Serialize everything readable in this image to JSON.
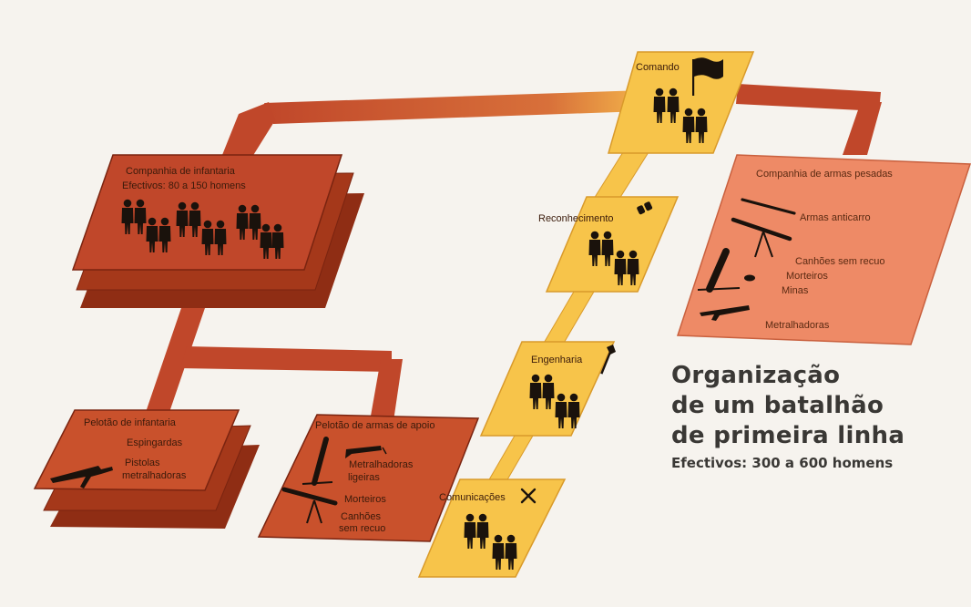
{
  "command": {
    "label": "Comando"
  },
  "recon": {
    "label": "Reconhecimento"
  },
  "engineering": {
    "label": "Engenharia"
  },
  "communications": {
    "label": "Comunicações"
  },
  "infantry_company": {
    "title": "Companhia de infantaria",
    "strength": "Efectivos: 80 a 150 homens"
  },
  "heavy_weapons_company": {
    "title": "Companhia de armas pesadas",
    "items": [
      "Armas anticarro",
      "Canhões sem recuo",
      "Morteiros",
      "Minas",
      "Metralhadoras"
    ]
  },
  "infantry_platoon": {
    "title": "Pelotão de infantaria",
    "items": [
      "Espingardas",
      "Pistolas",
      "metralhadoras"
    ]
  },
  "support_platoon": {
    "title": "Pelotão de armas de apoio",
    "items": [
      "Metralhadoras",
      "ligeiras",
      "Morteiros",
      "Canhões",
      "sem recuo"
    ]
  },
  "caption": {
    "line1": "Organização",
    "line2": "de um batalhão",
    "line3": "de primeira linha",
    "strength": "Efectivos: 300 a 600 homens"
  },
  "colors": {
    "background": "#f6f3ee",
    "connector": "#c0472a",
    "infantry_dark": "#b8401f",
    "platoon": "#c9512c",
    "heavy_weapons": "#ee8a66",
    "staff_chain": "#f7c44a",
    "silhouette": "#1a120c"
  }
}
